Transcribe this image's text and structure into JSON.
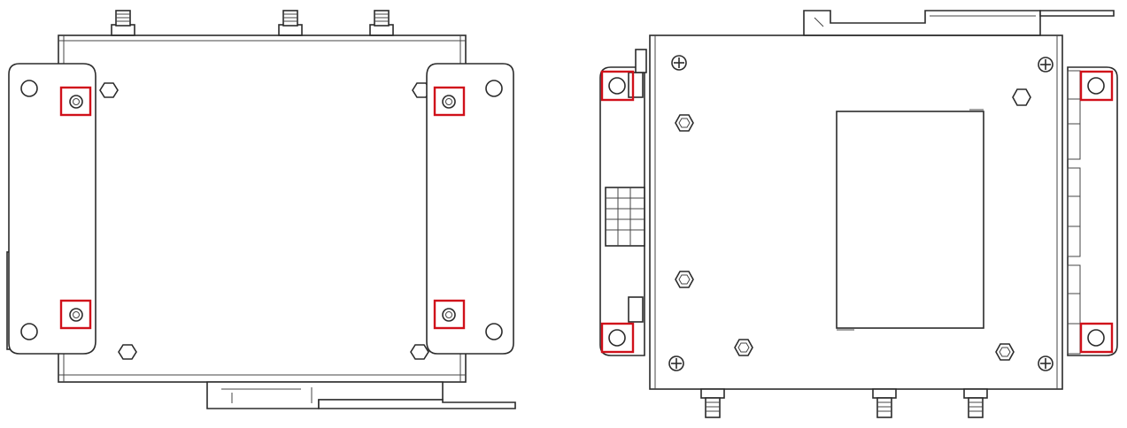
{
  "colors": {
    "line": "#2b2b2b",
    "highlight": "#d0101a",
    "screw_fill": "#c8c8b4",
    "background": "#ffffff"
  },
  "views": [
    {
      "name": "left-view",
      "highlighted_holes": 4
    },
    {
      "name": "right-view",
      "highlighted_holes": 4
    }
  ]
}
